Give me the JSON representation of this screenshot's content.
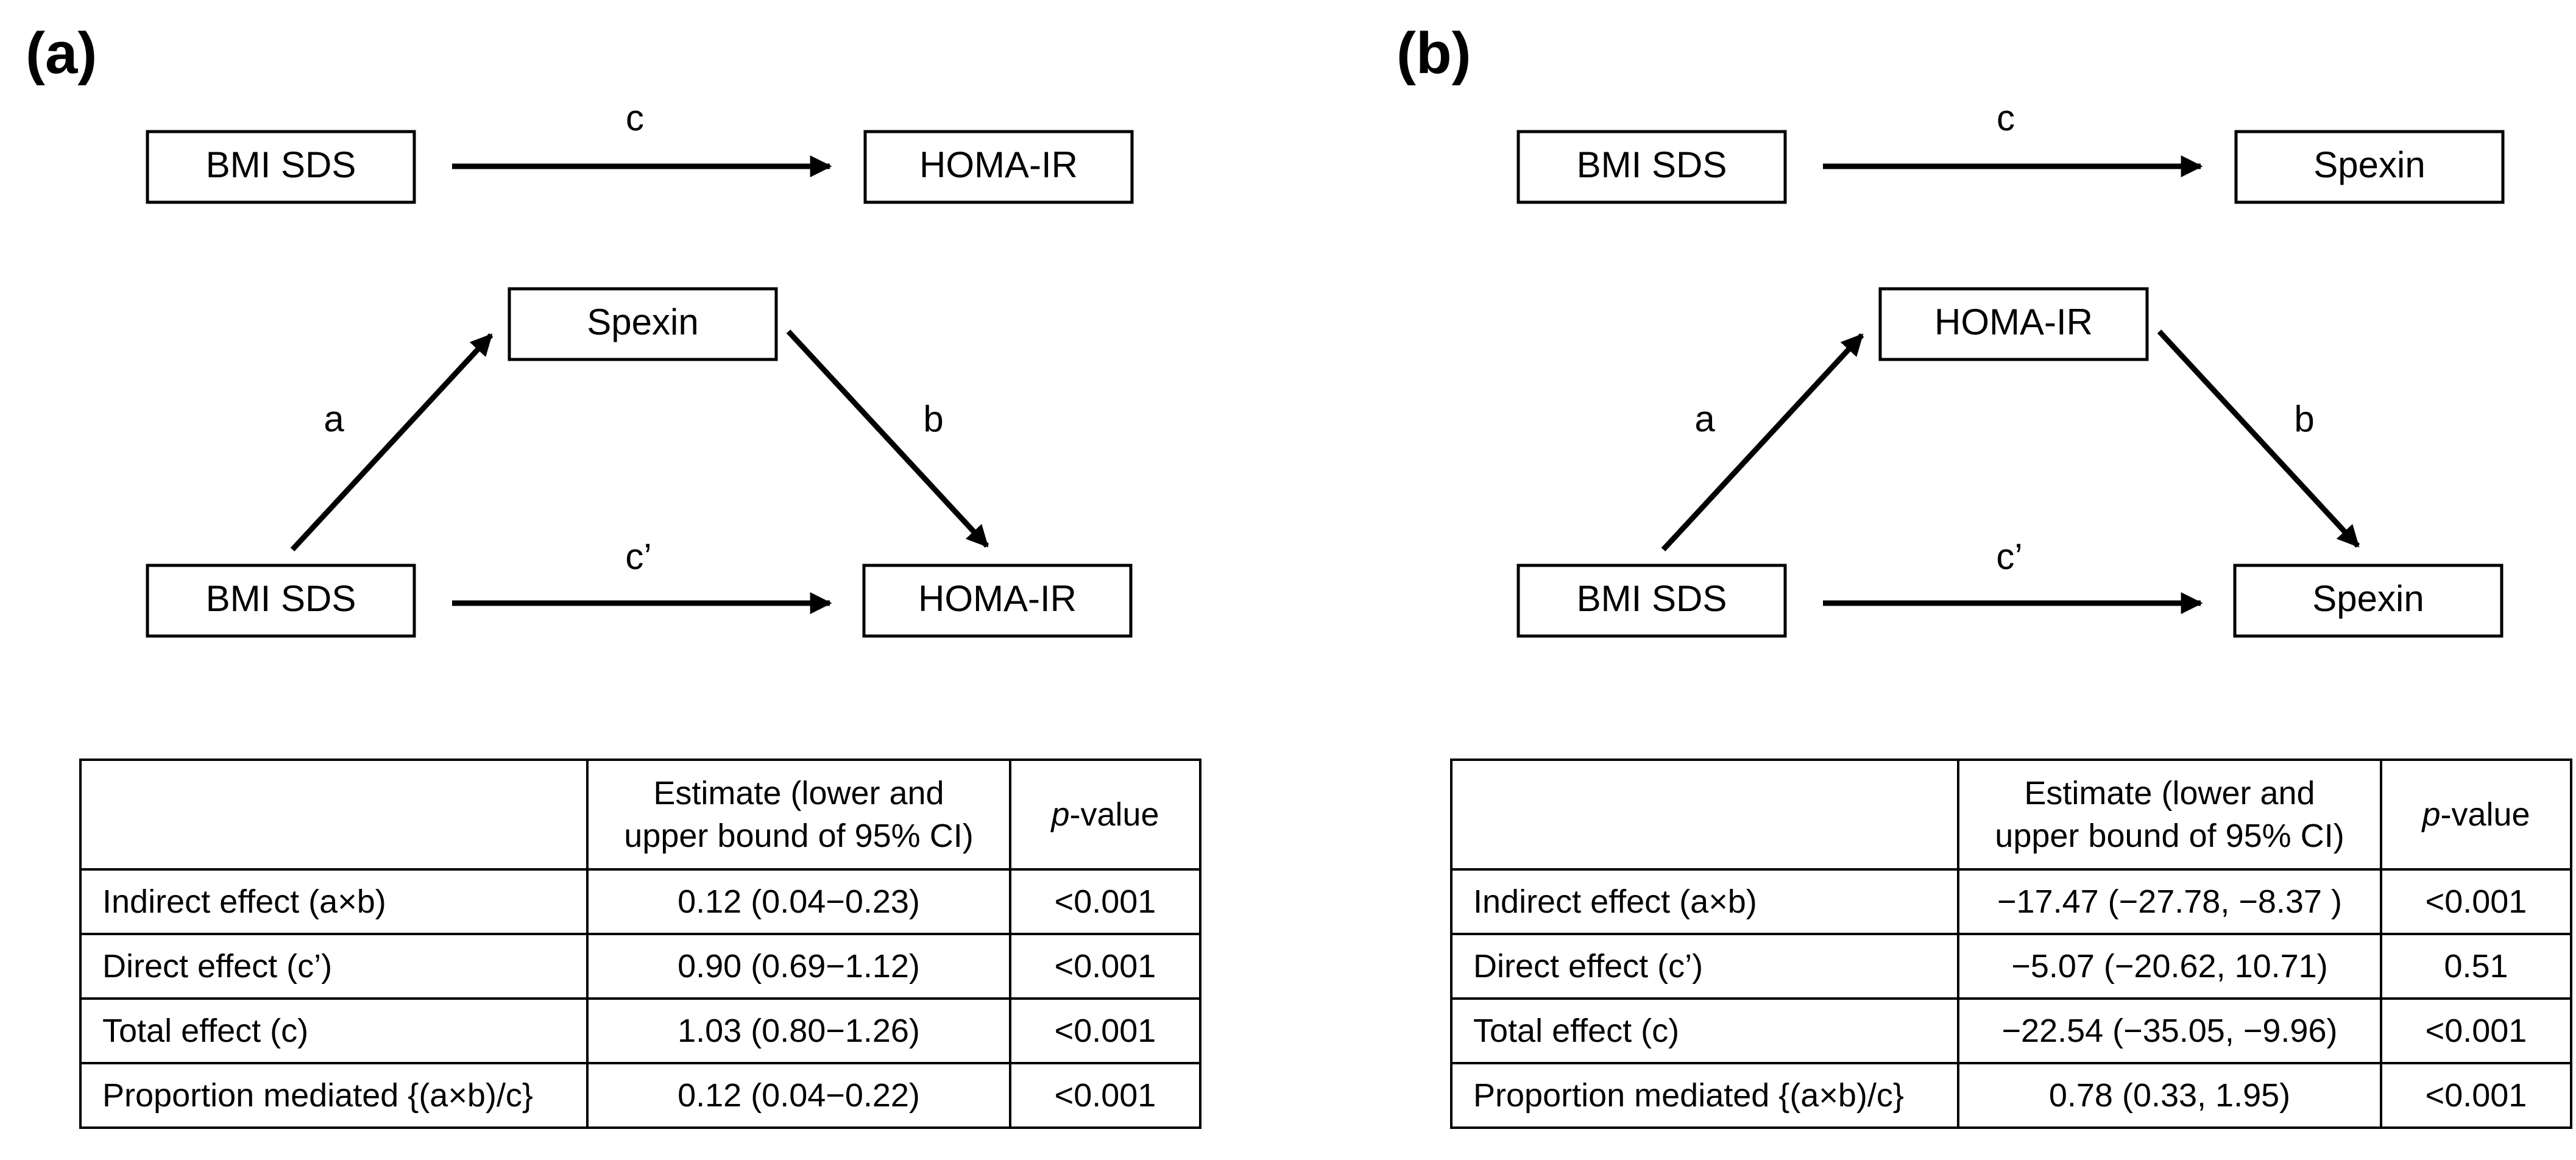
{
  "panels": [
    {
      "label": "(a)",
      "nodes": {
        "top_left": "BMI SDS",
        "top_right": "HOMA-IR",
        "mediator": "Spexin",
        "bottom_left": "BMI SDS",
        "bottom_right": "HOMA-IR"
      },
      "edges": {
        "c": "c",
        "a": "a",
        "b": "b",
        "c_prime": "c’"
      },
      "table": {
        "header": {
          "label": "",
          "estimate": "Estimate (lower and upper bound of 95% CI)",
          "p_italic": "p",
          "p_rest": "-value"
        },
        "rows": [
          {
            "label": "Indirect effect (a×b)",
            "estimate": "0.12 (0.04−0.23)",
            "p": "<0.001"
          },
          {
            "label": "Direct effect (c’)",
            "estimate": "0.90 (0.69−1.12)",
            "p": "<0.001"
          },
          {
            "label": "Total effect (c)",
            "estimate": "1.03 (0.80−1.26)",
            "p": "<0.001"
          },
          {
            "label": "Proportion mediated {(a×b)/c}",
            "estimate": "0.12 (0.04−0.22)",
            "p": "<0.001"
          }
        ]
      }
    },
    {
      "label": "(b)",
      "nodes": {
        "top_left": "BMI SDS",
        "top_right": "Spexin",
        "mediator": "HOMA-IR",
        "bottom_left": "BMI SDS",
        "bottom_right": "Spexin"
      },
      "edges": {
        "c": "c",
        "a": "a",
        "b": "b",
        "c_prime": "c’"
      },
      "table": {
        "header": {
          "label": "",
          "estimate": "Estimate (lower and upper bound of 95% CI)",
          "p_italic": "p",
          "p_rest": "-value"
        },
        "rows": [
          {
            "label": "Indirect effect (a×b)",
            "estimate": "−17.47 (−27.78, −8.37 )",
            "p": "<0.001"
          },
          {
            "label": "Direct effect (c’)",
            "estimate": "−5.07 (−20.62,  10.71)",
            "p": "0.51"
          },
          {
            "label": "Total effect (c)",
            "estimate": "−22.54 (−35.05, −9.96)",
            "p": "<0.001"
          },
          {
            "label": "Proportion mediated {(a×b)/c}",
            "estimate": "0.78 (0.33, 1.95)",
            "p": "<0.001"
          }
        ]
      }
    }
  ]
}
